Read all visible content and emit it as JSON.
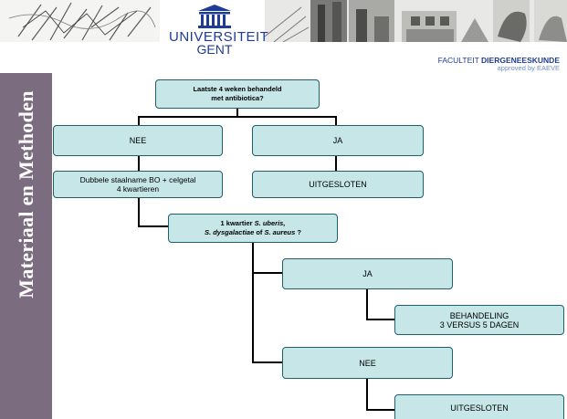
{
  "header": {
    "university_line1": "UNIVERSITEIT",
    "university_line2": "GENT",
    "faculty_prefix": "FACULTEIT ",
    "faculty_name": "DIERGENEESKUNDE",
    "approved": "approved by EAEVE"
  },
  "sidebar": {
    "title": "Materiaal en Methoden"
  },
  "flowchart": {
    "q1_line1": "Laatste 4 weken behandeld",
    "q1_line2": "met antibiotica?",
    "nee1": "NEE",
    "ja1": "JA",
    "sample_line1": "Dubbele staalname BO + celgetal",
    "sample_line2": "4 kwartieren",
    "excluded1": "UITGESLOTEN",
    "q2_part1": "1 kwartier ",
    "q2_part2": "S. uberis,",
    "q2_part3": "S. dysgalactiae",
    "q2_part4": " of ",
    "q2_part5": "S. aureus",
    "q2_part6": " ?",
    "ja2": "JA",
    "treatment_line1": "BEHANDELING",
    "treatment_line2": "3 VERSUS 5 DAGEN",
    "nee2": "NEE",
    "excluded2": "UITGESLOTEN"
  },
  "colors": {
    "box_fill": "#c7e6e8",
    "box_border": "#1e5f6a",
    "sidebar": "#7b6c80",
    "brand_blue": "#1e3c96"
  }
}
